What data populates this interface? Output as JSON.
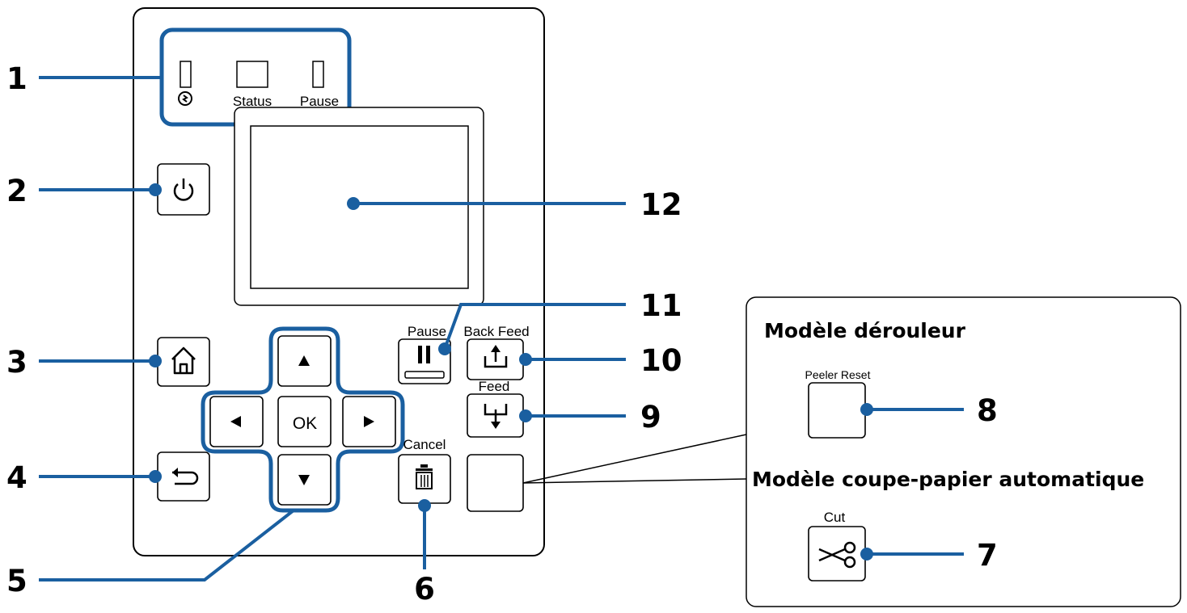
{
  "callouts": {
    "n1": "1",
    "n2": "2",
    "n3": "3",
    "n4": "4",
    "n5": "5",
    "n6": "6",
    "n7": "7",
    "n8": "8",
    "n9": "9",
    "n10": "10",
    "n11": "11",
    "n12": "12"
  },
  "indicators": {
    "status": "Status",
    "pause": "Pause"
  },
  "buttons": {
    "ok": "OK",
    "pause": "Pause",
    "back_feed": "Back Feed",
    "feed": "Feed",
    "cancel": "Cancel",
    "peeler_reset": "Peeler Reset",
    "cut": "Cut"
  },
  "inset": {
    "peeler_title": "Modèle dérouleur",
    "cutter_title": "Modèle coupe-papier automatique"
  },
  "colors": {
    "accent": "#1a5fa0"
  }
}
